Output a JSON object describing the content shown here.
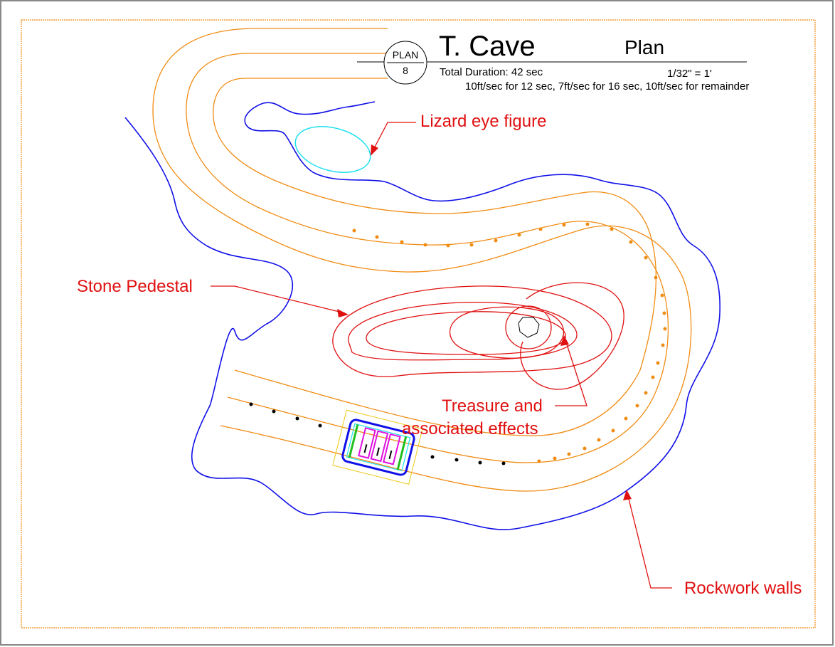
{
  "title_block": {
    "title": "T. Cave",
    "view": "Plan",
    "badge_top": "PLAN",
    "badge_num": "8",
    "duration": "Total Duration: 42 sec",
    "scale": "1/32\" = 1'",
    "speeds": "10ft/sec for 12 sec, 7ft/sec for 16 sec, 10ft/sec for remainder"
  },
  "callouts": {
    "lizard": "Lizard eye figure",
    "pedestal": "Stone Pedestal",
    "treasure_line1": "Treasure and",
    "treasure_line2": "associated effects",
    "rockwork": "Rockwork walls"
  },
  "colors": {
    "rockwork": "#1010e8",
    "track": "#f08c14",
    "pedestal": "#e01010",
    "lizard": "#20e0f0",
    "callout": "#e01010",
    "border": "#f08c14"
  }
}
